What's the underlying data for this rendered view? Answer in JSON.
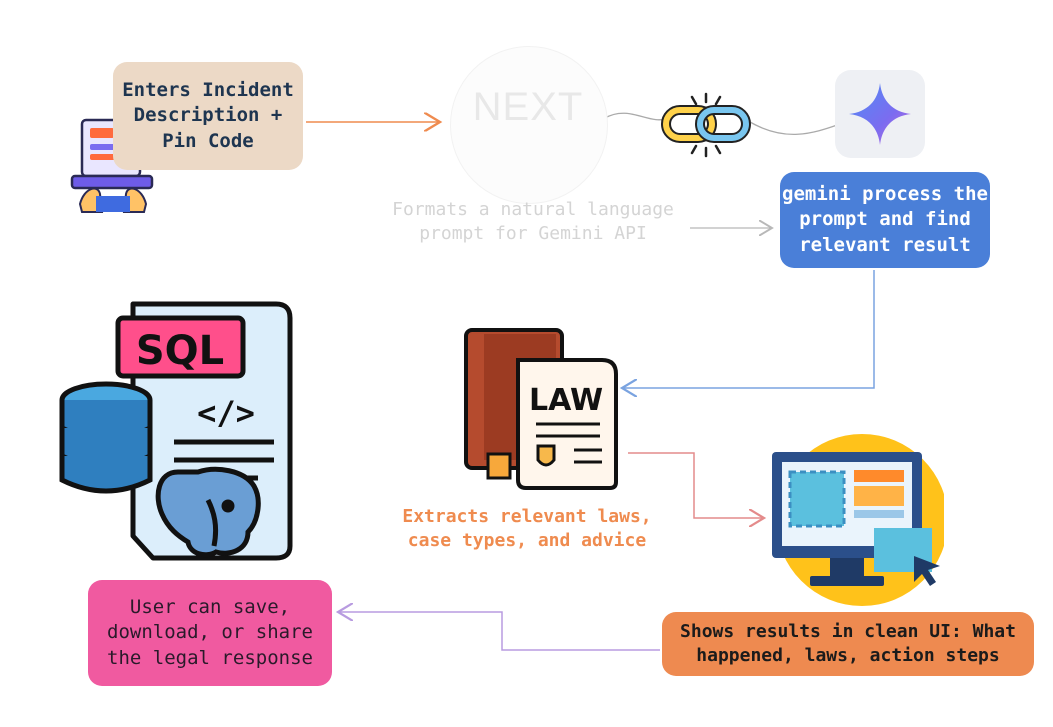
{
  "diagram": {
    "steps": {
      "enter": "Enters Incident\nDescription +\nPin Code",
      "format": "Formats a natural language\nprompt for Gemini API",
      "gemini": "gemini process the\nprompt and find\nrelevant result",
      "laws": "Extracts relevant laws,\ncase types, and advice",
      "shows": "Shows results in clean UI: What\nhappened, laws, action steps",
      "save": "User can save,\ndownload, or share\nthe legal response"
    },
    "icons": {
      "sql_label": "SQL",
      "code_label": "</>",
      "law_label": "LAW",
      "next_label": "NEXT"
    },
    "colors": {
      "enter_box": "#ecd9c6",
      "gemini_box": "#4a7fd8",
      "save_box": "#f05aa0",
      "shows_box": "#ee8a50",
      "laws_text": "#ef8b4f"
    }
  }
}
